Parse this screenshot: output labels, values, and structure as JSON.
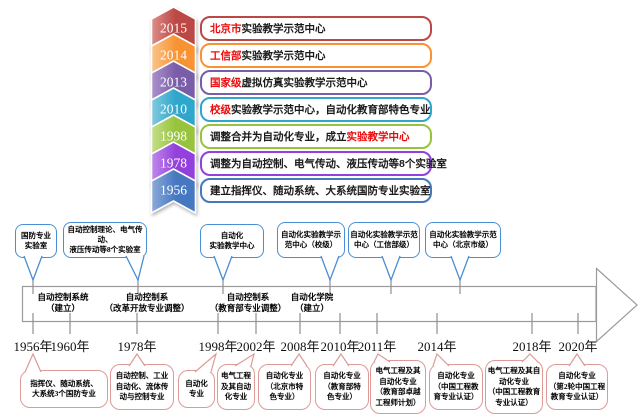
{
  "palette": {
    "red_text": "#ee0a0a",
    "box_text": "#1a1a1a",
    "axis_stroke": "#9b9b9b",
    "tick_stroke": "#8f8f8f",
    "blue_callout_border": "#4a8fd3",
    "pink_callout_border": "#dd9a97",
    "background": "#ffffff"
  },
  "vertical_timeline": {
    "items": [
      {
        "year": "2015",
        "color": "#bc4846",
        "light": "#dd8f8a",
        "segments": [
          {
            "text": "北京市",
            "red": true
          },
          {
            "text": "实验教学示范中心",
            "red": false
          }
        ]
      },
      {
        "year": "2014",
        "color": "#f79333",
        "light": "#fbc48d",
        "segments": [
          {
            "text": "工信部",
            "red": true
          },
          {
            "text": "实验教学示范中心",
            "red": false
          }
        ]
      },
      {
        "year": "2013",
        "color": "#7a5da8",
        "light": "#ab93cc",
        "segments": [
          {
            "text": "国家级",
            "red": true
          },
          {
            "text": "虚拟仿真实验教学示范中心",
            "red": false
          }
        ]
      },
      {
        "year": "2010",
        "color": "#2fa6cb",
        "light": "#82cadf",
        "segments": [
          {
            "text": "校级",
            "red": true
          },
          {
            "text": "实验教学示范中心，自动化教育部特色专业",
            "red": false
          }
        ]
      },
      {
        "year": "1998",
        "color": "#97c43c",
        "light": "#c5de8b",
        "segments": [
          {
            "text": "调整合并为自动化专业，成立",
            "red": false
          },
          {
            "text": "实验教学中心",
            "red": true
          }
        ]
      },
      {
        "year": "1978",
        "color": "#9340dd",
        "light": "#c08aec",
        "segments": [
          {
            "text": "调整为自动控制、电气传动、液压传动等8个实验室",
            "red": false
          }
        ]
      },
      {
        "year": "1956",
        "color": "#4678c1",
        "light": "#8cabd9",
        "segments": [
          {
            "text": "建立指挥仪、随动系统、大系统国防专业实验室",
            "red": false
          }
        ]
      }
    ]
  },
  "top_callouts": [
    {
      "lines": [
        "国防专业",
        "实验室"
      ]
    },
    {
      "lines": [
        "自动控制理论、电气传动、",
        "液压传动等8个实验室"
      ]
    },
    {
      "lines": [
        "自动化",
        "实验教学中心"
      ]
    },
    {
      "lines": [
        "自动化实验教学示",
        "范中心（校级）"
      ]
    },
    {
      "lines": [
        "自动化实验教学示范",
        "中心（工信部级）"
      ]
    },
    {
      "lines": [
        "自动化实验教学示范",
        "中心（北京市级）"
      ]
    }
  ],
  "axis_labels": [
    {
      "lines": [
        "自动控制系统",
        "（建立）"
      ]
    },
    {
      "lines": [
        "自动控制系",
        "（改革开放专业调整）"
      ]
    },
    {
      "lines": [
        "自动控制系",
        "（教育部专业调整）"
      ]
    },
    {
      "lines": [
        "自动化学院",
        "（建立）"
      ]
    }
  ],
  "years": [
    "1956年",
    "1960年",
    "1978年",
    "1998年",
    "2002年",
    "2008年",
    "2010年",
    "2011年",
    "2014年",
    "2018年",
    "2020年"
  ],
  "bottom_callouts": [
    {
      "lines": [
        "指挥仪、随动系统、",
        "大系统3个国防专业"
      ]
    },
    {
      "lines": [
        "自动控制、工业",
        "自动化、流体传",
        "动与控制专业"
      ]
    },
    {
      "lines": [
        "自动化",
        "专业"
      ]
    },
    {
      "lines": [
        "电气工程",
        "及其自动",
        "化专业"
      ]
    },
    {
      "lines": [
        "自动化专业",
        "（北京市特",
        "色专业）"
      ]
    },
    {
      "lines": [
        "自动化专业",
        "（教育部特",
        "色专业）"
      ]
    },
    {
      "lines": [
        "电气工程及其",
        "自动化专业",
        "（教育部卓越",
        "工程师计划）"
      ]
    },
    {
      "lines": [
        "自动化专业",
        "（中国工程教",
        "育专业认证）"
      ]
    },
    {
      "lines": [
        "电气工程及其自",
        "动化专业",
        "（中国工程教育",
        "专业认证）"
      ]
    },
    {
      "lines": [
        "自动化专业",
        "（第2轮中国工程",
        "教育专业认证）"
      ]
    }
  ]
}
